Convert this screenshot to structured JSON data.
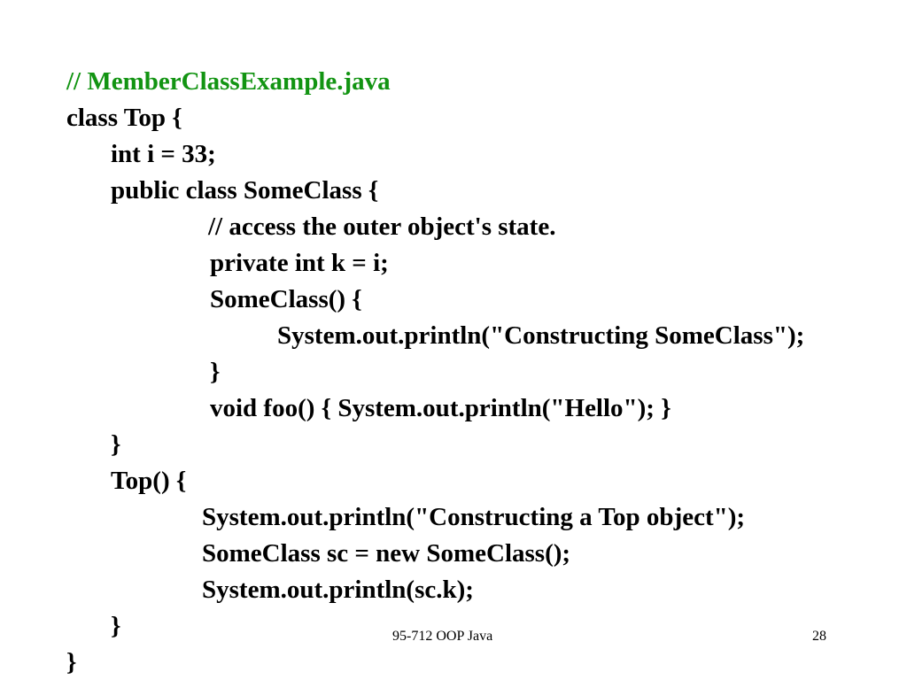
{
  "slide": {
    "code_lines": [
      "// MemberClassExample.java",
      "class Top {",
      "int i = 33;",
      "public class SomeClass {",
      "// access the outer object's state.",
      "private int k = i;",
      "SomeClass() {",
      "System.out.println(\"Constructing SomeClass\");",
      "}",
      "void foo() { System.out.println(\"Hello\"); }",
      "}",
      "Top() {",
      "System.out.println(\"Constructing a Top object\");",
      "SomeClass sc = new SomeClass();",
      "System.out.println(sc.k);",
      "}",
      "}"
    ],
    "footer_center": "95-712 OOP Java",
    "page_number": "28"
  },
  "colors": {
    "comment": "#129412",
    "text": "#000000"
  }
}
